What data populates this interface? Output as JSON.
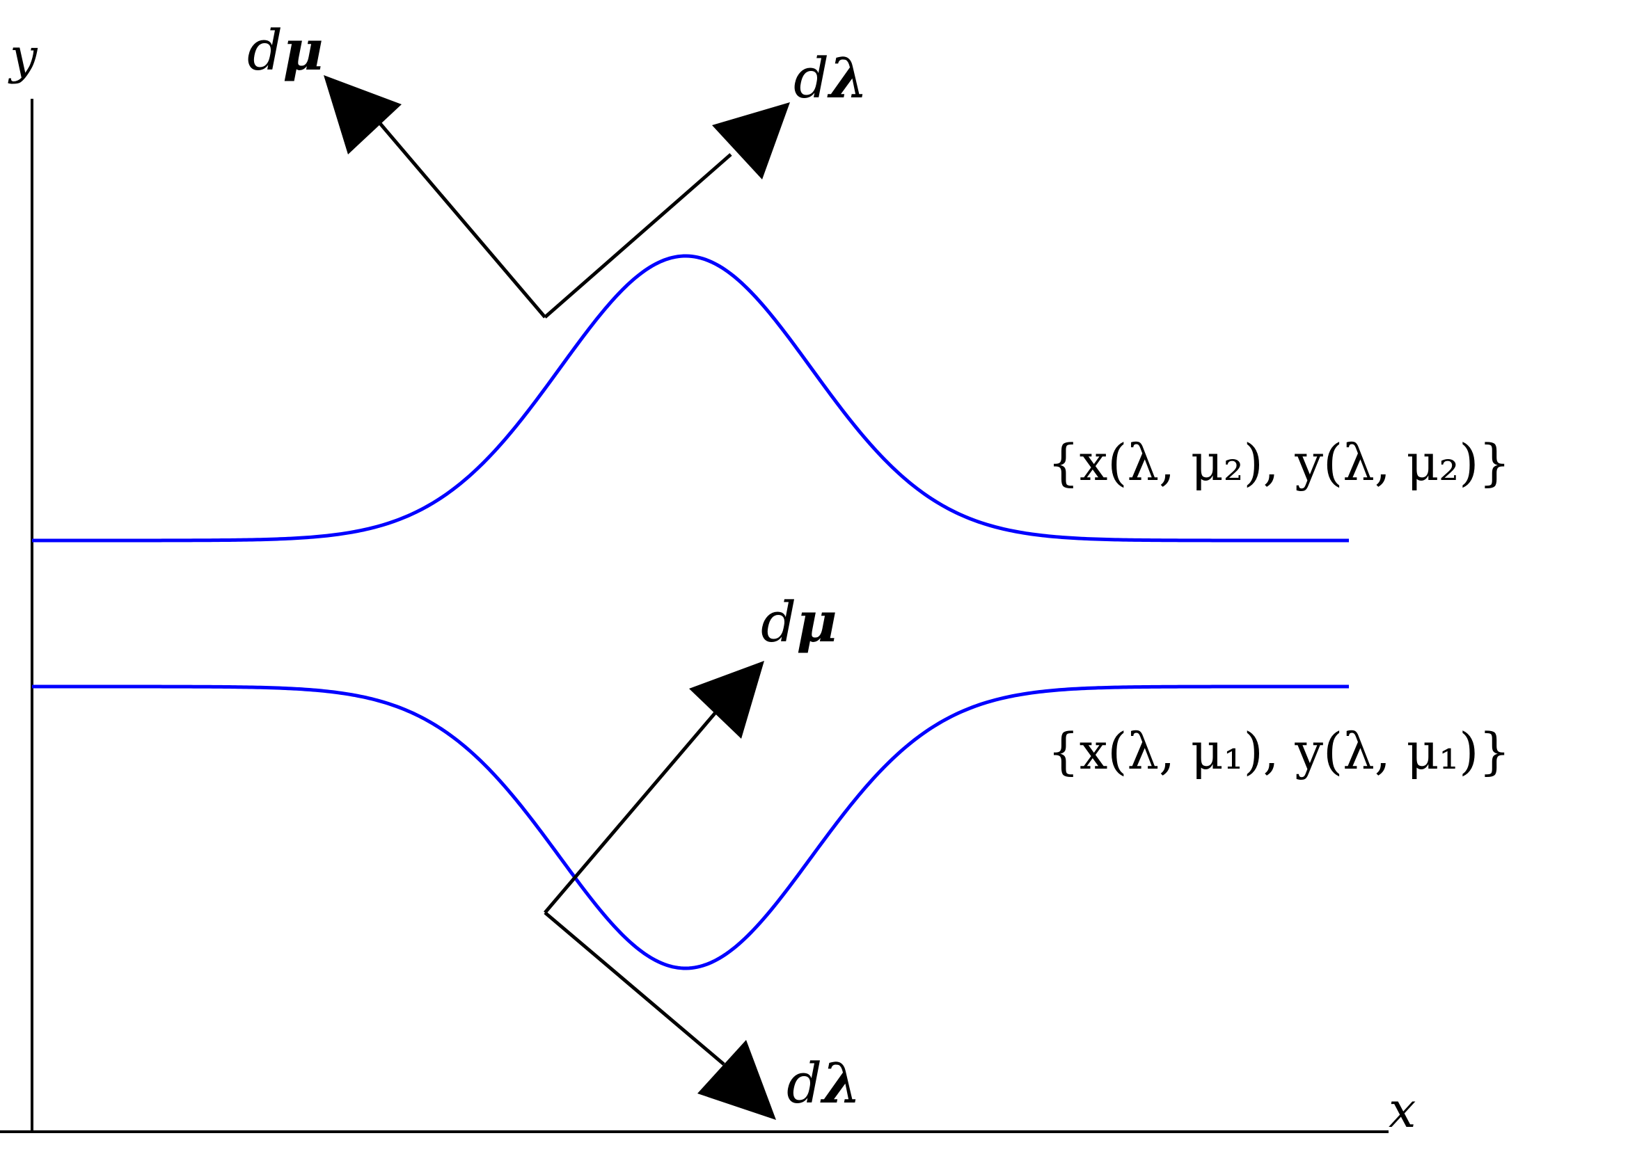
{
  "axes": {
    "x_label": "x",
    "y_label": "y"
  },
  "curves": [
    {
      "name": "upper-curve",
      "label": "{x(λ, μ₂), y(λ, μ₂)}",
      "color": "#0000ff"
    },
    {
      "name": "lower-curve",
      "label": "{x(λ, μ₁), y(λ, μ₁)}",
      "color": "#0000ff"
    }
  ],
  "vectors": {
    "upper": {
      "d_mu": {
        "d": "d",
        "sym": "μ"
      },
      "d_lambda": {
        "d": "d",
        "sym": "λ"
      }
    },
    "lower": {
      "d_mu": {
        "d": "d",
        "sym": "μ"
      },
      "d_lambda": {
        "d": "d",
        "sym": "λ"
      }
    }
  },
  "colors": {
    "axis": "#000000",
    "vector": "#000000",
    "curve": "#0000ff"
  }
}
